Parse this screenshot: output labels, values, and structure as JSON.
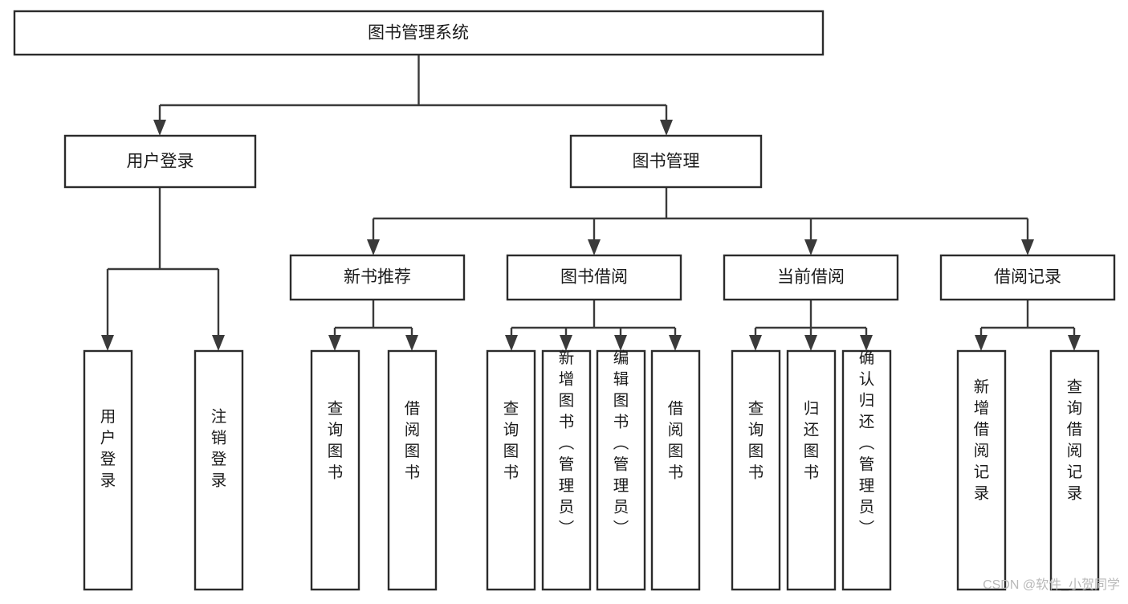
{
  "diagram": {
    "title": "图书管理系统",
    "type": "tree-hierarchy",
    "watermark": "CSDN @软件_小贺同学",
    "root": {
      "label": "图书管理系统"
    },
    "level2": [
      {
        "label": "用户登录"
      },
      {
        "label": "图书管理"
      }
    ],
    "level3": [
      {
        "label": "新书推荐"
      },
      {
        "label": "图书借阅"
      },
      {
        "label": "当前借阅"
      },
      {
        "label": "借阅记录"
      }
    ],
    "leaves": {
      "user_login": [
        {
          "label": "用户登录"
        },
        {
          "label": "注销登录"
        }
      ],
      "new_book_recommend": [
        {
          "label": "查询图书"
        },
        {
          "label": "借阅图书"
        }
      ],
      "book_borrow": [
        {
          "label": "查询图书"
        },
        {
          "label": "新增图书（管理员）"
        },
        {
          "label": "编辑图书（管理员）"
        },
        {
          "label": "借阅图书"
        }
      ],
      "current_borrow": [
        {
          "label": "查询图书"
        },
        {
          "label": "归还图书"
        },
        {
          "label": "确认归还（管理员）"
        }
      ],
      "borrow_record": [
        {
          "label": "新增借阅记录"
        },
        {
          "label": "查询借阅记录"
        }
      ]
    },
    "colors": {
      "box_stroke": "#2b2b2b",
      "connector": "#3a3a3a",
      "box_fill": "#ffffff",
      "text": "#1a1a1a",
      "watermark": "#b9b9b9",
      "background": "#ffffff"
    }
  }
}
